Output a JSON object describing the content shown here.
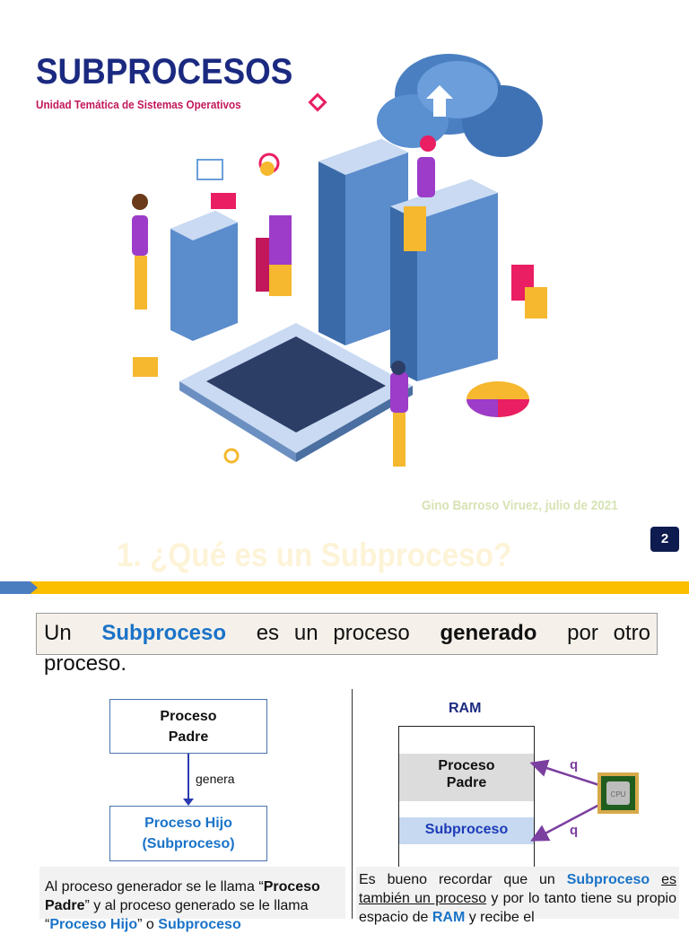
{
  "header": {
    "title": "SUBPROCESOS",
    "subtitle": "Unidad Temática de Sistemas Operativos",
    "author": "Gino Barroso Viruez, julio de 2021"
  },
  "slide": {
    "page_number": "2",
    "section_title": "1. ¿Qué es un Subproceso?"
  },
  "definition": {
    "w1": "Un",
    "term": "Subproceso",
    "w2": "es un proceso",
    "bold": "generado",
    "w3": "por otro",
    "line2": "proceso."
  },
  "diagram_left": {
    "parent_l1": "Proceso",
    "parent_l2": "Padre",
    "edge_label": "genera",
    "child_l1": "Proceso Hijo",
    "child_l2": "(Subproceso)"
  },
  "left_text": {
    "t1": "Al proceso generador se le llama “",
    "b1": "Proceso Padre",
    "t2": "” y al proceso generado se le llama “",
    "b2": "Proceso Hijo",
    "t3": "” o ",
    "b3": "Subproceso"
  },
  "diagram_right": {
    "ram_label": "RAM",
    "parent_l1": "Proceso",
    "parent_l2": "Padre",
    "child": "Subproceso",
    "quantum_1": "q",
    "quantum_2": "q",
    "cpu_label": "CPU"
  },
  "right_text": {
    "t1": "Es bueno recordar que un ",
    "b1": "Subproceso",
    "u1": "es también un proceso",
    "t2": " y por lo tanto tiene su propio espacio de ",
    "b2": "RAM",
    "t3": " y recibe el"
  },
  "colors": {
    "title": "#1b2a80",
    "subtitle": "#c2185b",
    "accent_bar": "#fbbf00",
    "accent_arrow": "#4a7cc0",
    "link_blue": "#1a73c8",
    "quantum_arrow": "#7b3fa0"
  }
}
